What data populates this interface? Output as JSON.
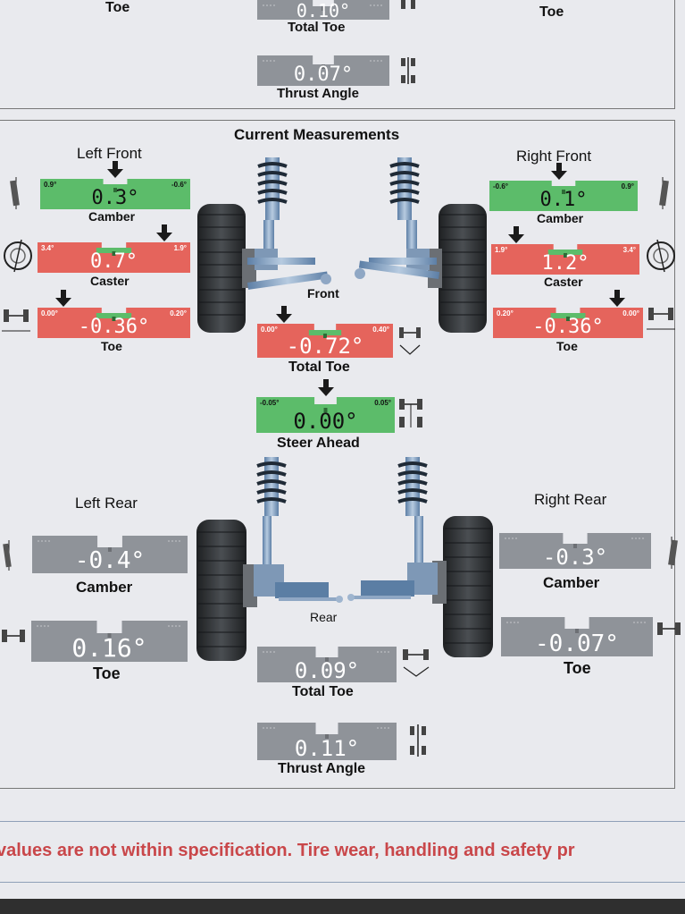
{
  "header": {
    "left_toe_label": "Toe",
    "right_toe_label": "Toe",
    "total_toe": {
      "value": "0.10°",
      "label": "Total Toe"
    },
    "thrust_angle": {
      "value": "0.07°",
      "label": "Thrust Angle"
    }
  },
  "title": "Current Measurements",
  "front": {
    "left_heading": "Left Front",
    "right_heading": "Right Front",
    "axle_label": "Front",
    "left_camber": {
      "value": "0.3°",
      "label": "Camber",
      "min": "0.9°",
      "max": "-0.6°",
      "status": "green",
      "pointer": 0.5
    },
    "right_camber": {
      "value": "0.1°",
      "label": "Camber",
      "min": "-0.6°",
      "max": "0.9°",
      "status": "green",
      "pointer": 0.47
    },
    "left_caster": {
      "value": "0.7°",
      "label": "Caster",
      "min": "3.4°",
      "max": "1.9°",
      "status": "red",
      "pointer": 0.83
    },
    "right_caster": {
      "value": "1.2°",
      "label": "Caster",
      "min": "1.9°",
      "max": "3.4°",
      "status": "red",
      "pointer": 0.17
    },
    "left_toe": {
      "value": "-0.36°",
      "label": "Toe",
      "min": "0.00°",
      "max": "0.20°",
      "status": "red",
      "pointer": 0.17
    },
    "right_toe": {
      "value": "-0.36°",
      "label": "Toe",
      "min": "0.20°",
      "max": "0.00°",
      "status": "red",
      "pointer": 0.83
    },
    "total_toe": {
      "value": "-0.72°",
      "label": "Total Toe",
      "min": "0.00°",
      "max": "0.40°",
      "status": "red",
      "pointer": 0.2
    },
    "steer_ahead": {
      "value": "0.00°",
      "label": "Steer Ahead",
      "min": "-0.05°",
      "max": "0.05°",
      "status": "green",
      "pointer": 0.5
    }
  },
  "rear": {
    "left_heading": "Left Rear",
    "right_heading": "Right Rear",
    "axle_label": "Rear",
    "left_camber": {
      "value": "-0.4°",
      "label": "Camber",
      "status": "gray"
    },
    "right_camber": {
      "value": "-0.3°",
      "label": "Camber",
      "status": "gray"
    },
    "left_toe": {
      "value": "0.16°",
      "label": "Toe",
      "status": "gray"
    },
    "right_toe": {
      "value": "-0.07°",
      "label": "Toe",
      "status": "gray"
    },
    "total_toe": {
      "value": "0.09°",
      "label": "Total Toe",
      "status": "gray"
    },
    "thrust_angle": {
      "value": "0.11°",
      "label": "Thrust Angle",
      "status": "gray"
    }
  },
  "footer": {
    "warning": "values are not within specification.  Tire wear, handling and safety pr"
  },
  "colors": {
    "red": "#e5645c",
    "green": "#5cbc6a",
    "gray": "#8f9399",
    "band": "#5cbc6a"
  }
}
